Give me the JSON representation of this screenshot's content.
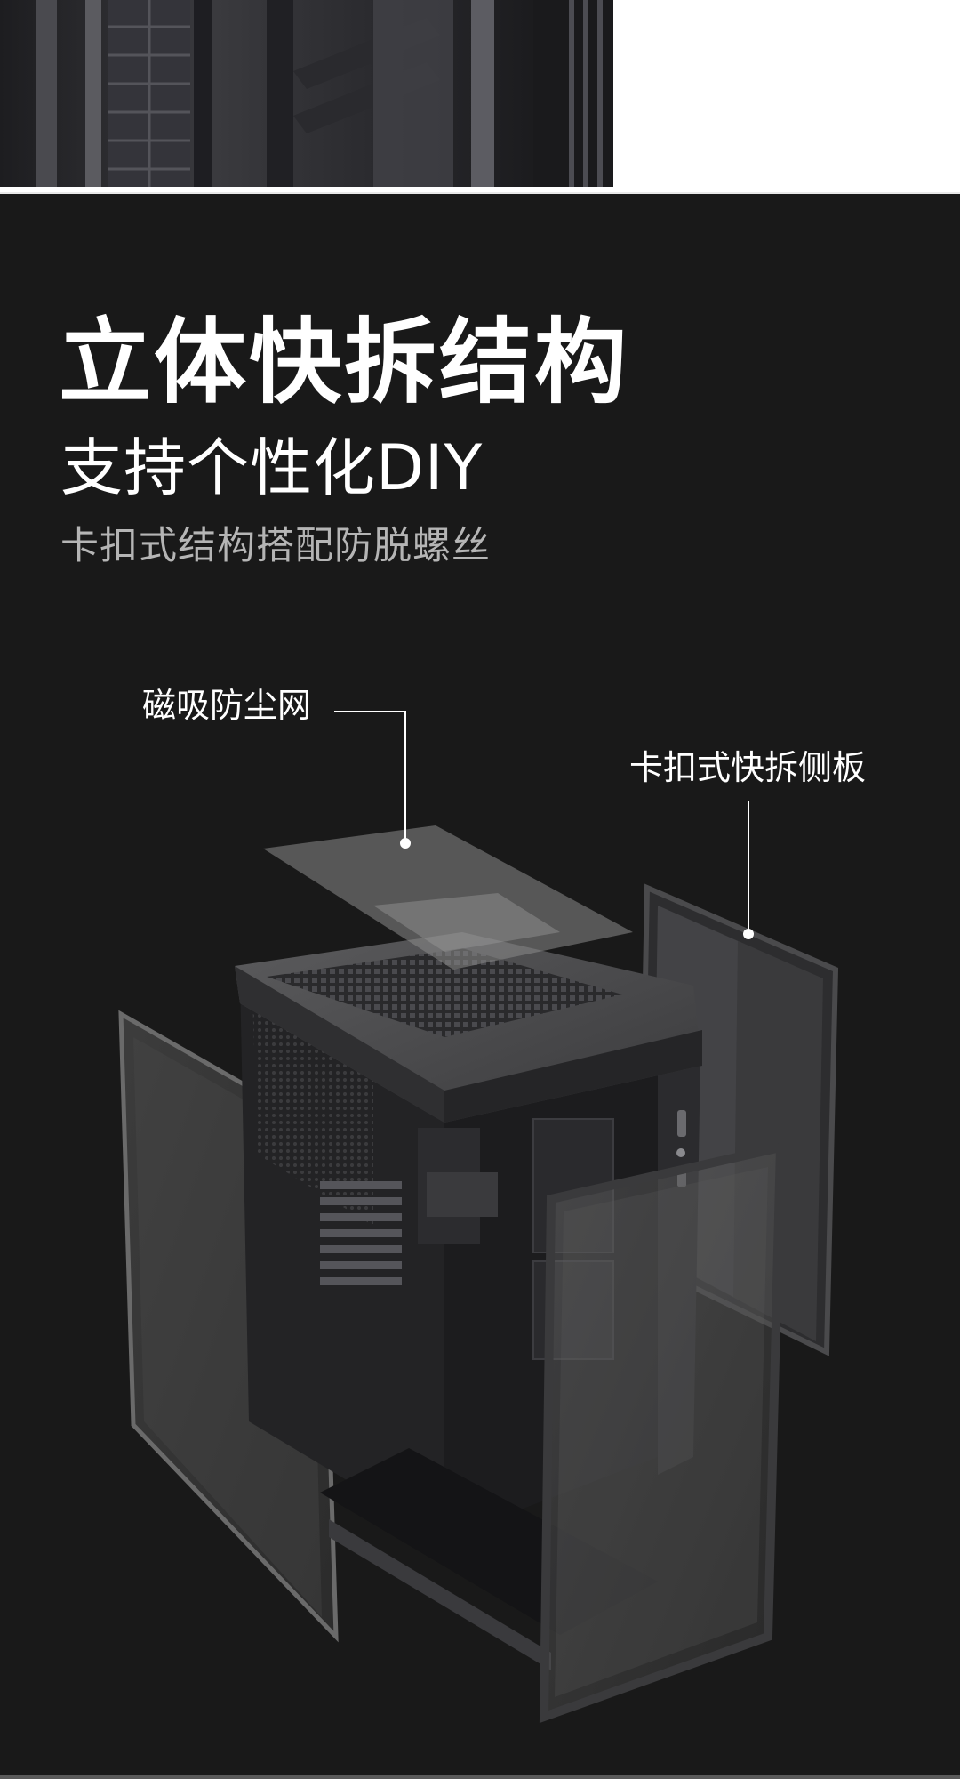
{
  "headline": "立体快拆结构",
  "subheadline": "支持个性化DIY",
  "description": "卡扣式结构搭配防脱螺丝",
  "callouts": {
    "dust_filter": "磁吸防尘网",
    "side_panel": "卡扣式快拆侧板"
  },
  "colors": {
    "background": "#191919",
    "text_primary": "#ffffff",
    "text_secondary": "#b5b5b5"
  }
}
